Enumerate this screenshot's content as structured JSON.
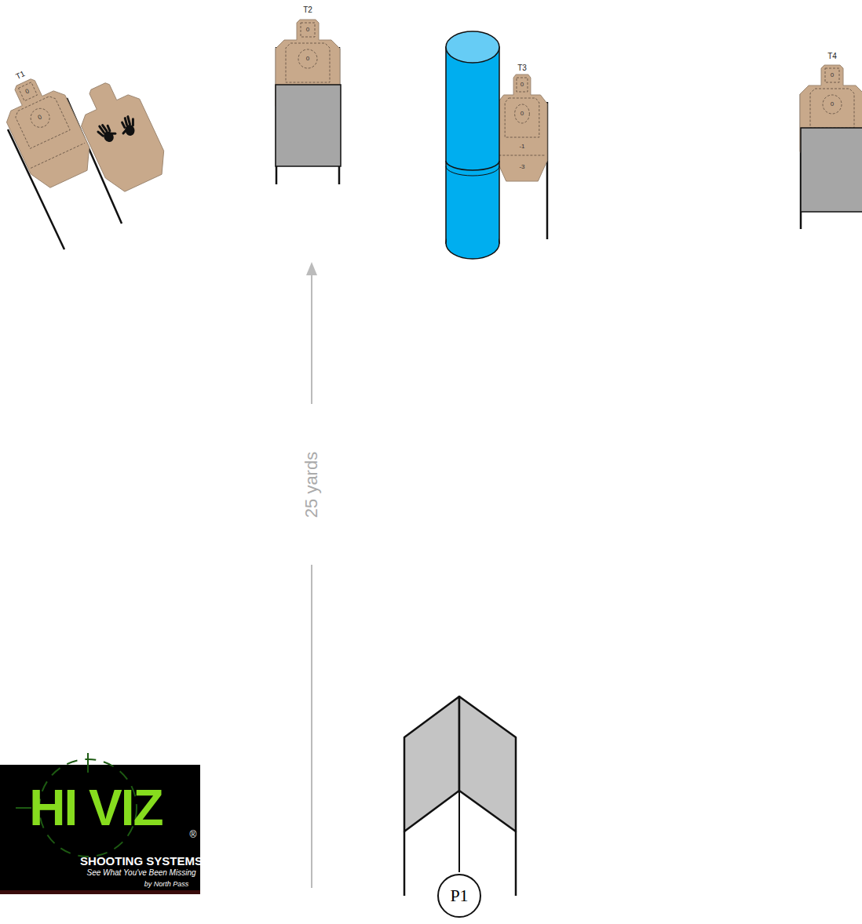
{
  "diagram": {
    "nodes": [
      {
        "text": [
          "T1",
          "0",
          "0"
        ]
      },
      {
        "text": [
          "T2",
          "0",
          "0"
        ]
      },
      {
        "text": [
          "T3",
          "0",
          "0",
          "-1",
          "-3"
        ]
      },
      {
        "text": [
          "T4",
          "0",
          "0"
        ]
      },
      {
        "text": [
          "HI VIZ",
          "®",
          "SHOOTING SYSTEMS",
          "See What You've Been Missing",
          "by North Pass"
        ]
      },
      {
        "text": [
          "P1"
        ]
      }
    ],
    "labels": [
      "25 yards"
    ]
  }
}
